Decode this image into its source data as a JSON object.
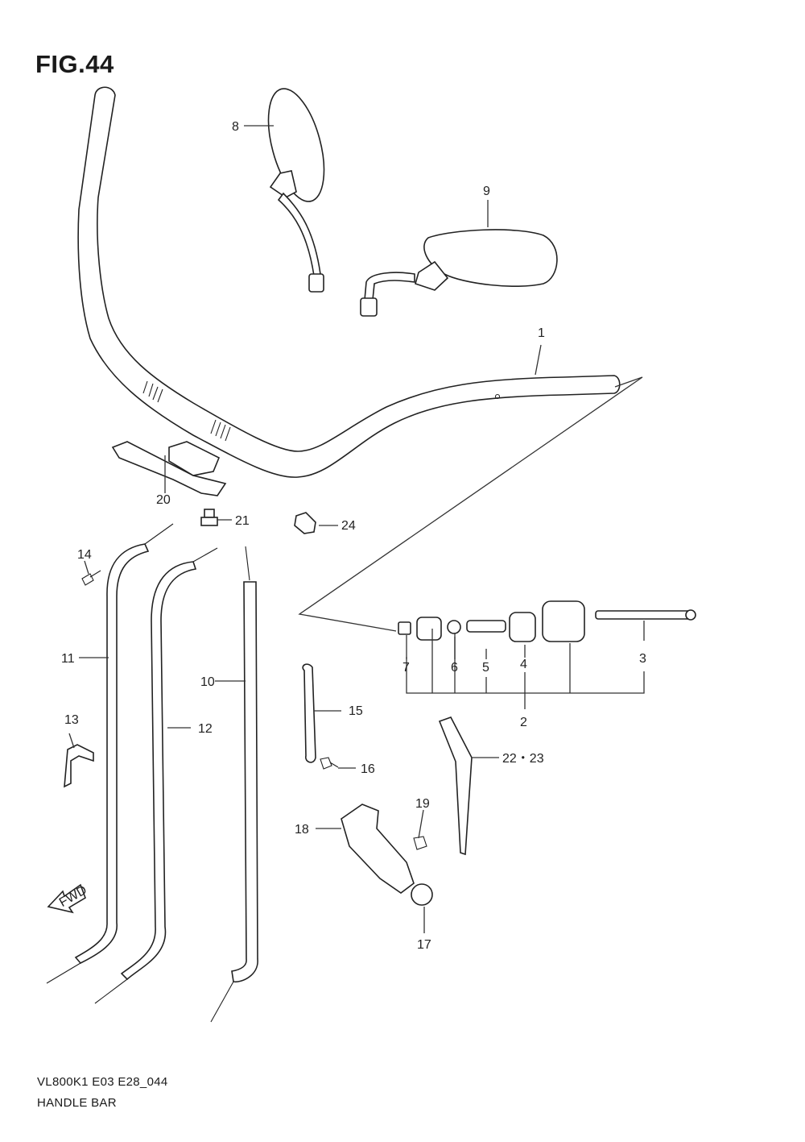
{
  "figure": {
    "title": "FIG.44",
    "code": "VL800K1 E03 E28_044",
    "name": "HANDLE BAR",
    "fwd_label": "FWD"
  },
  "callouts": {
    "c1": "1",
    "c2": "2",
    "c3": "3",
    "c4": "4",
    "c5": "5",
    "c6": "6",
    "c7": "7",
    "c8": "8",
    "c9": "9",
    "c10": "10",
    "c11": "11",
    "c12": "12",
    "c13": "13",
    "c14": "14",
    "c15": "15",
    "c16": "16",
    "c17": "17",
    "c18": "18",
    "c19": "19",
    "c20": "20",
    "c21": "21",
    "c2223": "22・23",
    "c24": "24"
  }
}
